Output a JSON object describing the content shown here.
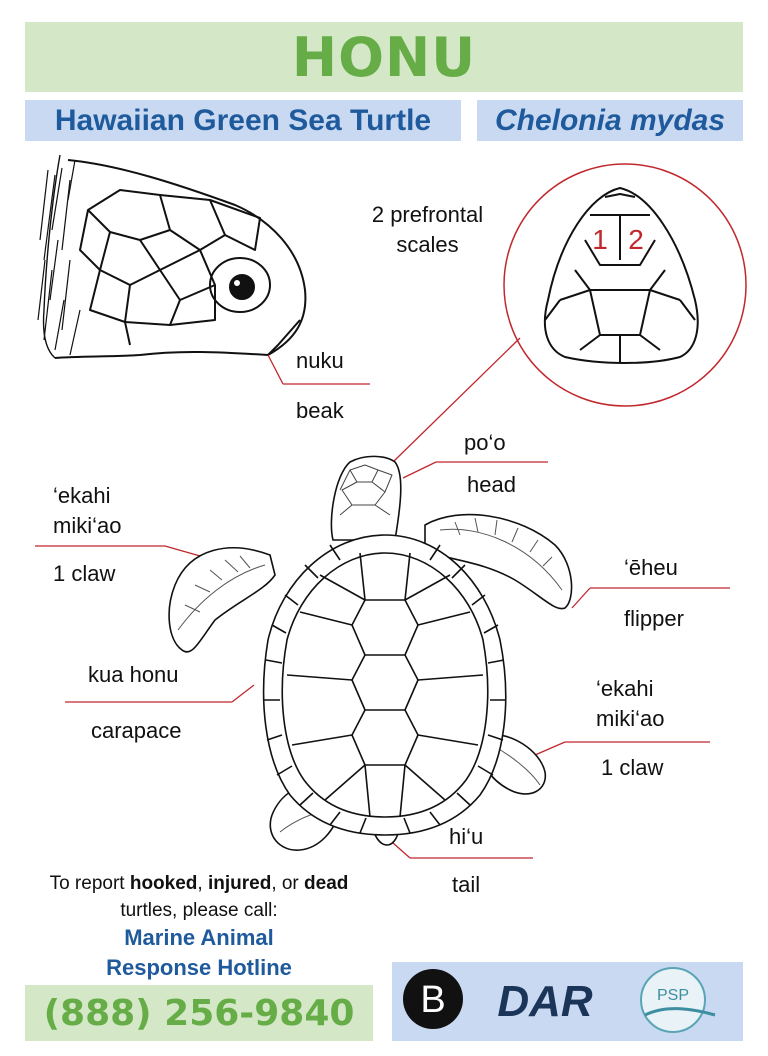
{
  "title": "HONU",
  "subtitle_common": "Hawaiian Green Sea Turtle",
  "subtitle_scientific": "Chelonia mydas",
  "inset": {
    "caption_line1": "2 prefrontal",
    "caption_line2": "scales",
    "num1": "1",
    "num2": "2"
  },
  "labels": {
    "beak": {
      "hawaiian": "nuku",
      "english": "beak"
    },
    "head": {
      "hawaiian": "po‘o",
      "english": "head"
    },
    "front_claw": {
      "hawaiian_line1": "‘ekahi",
      "hawaiian_line2": "miki‘ao",
      "english": "1 claw"
    },
    "flipper": {
      "hawaiian": "‘ēheu",
      "english": "flipper"
    },
    "carapace": {
      "hawaiian": "kua honu",
      "english": "carapace"
    },
    "rear_claw": {
      "hawaiian_line1": "‘ekahi",
      "hawaiian_line2": "miki‘ao",
      "english": "1 claw"
    },
    "tail": {
      "hawaiian": "hi‘u",
      "english": "tail"
    }
  },
  "report": {
    "line1_pre": "To report ",
    "hooked": "hooked",
    "comma1": ", ",
    "injured": "injured",
    "or": ", or ",
    "dead": "dead",
    "line2": "turtles, please call:",
    "hotline_line1": "Marine Animal",
    "hotline_line2": "Response Hotline",
    "phone": "(888) 256-9840"
  },
  "logos": {
    "dar": "DAR",
    "psp": "PSP"
  },
  "colors": {
    "green": "#66ad47",
    "green_bg": "#d4e8c8",
    "blue": "#1e5a9c",
    "blue_bg": "#c9d9f2",
    "red": "#c0282d"
  }
}
